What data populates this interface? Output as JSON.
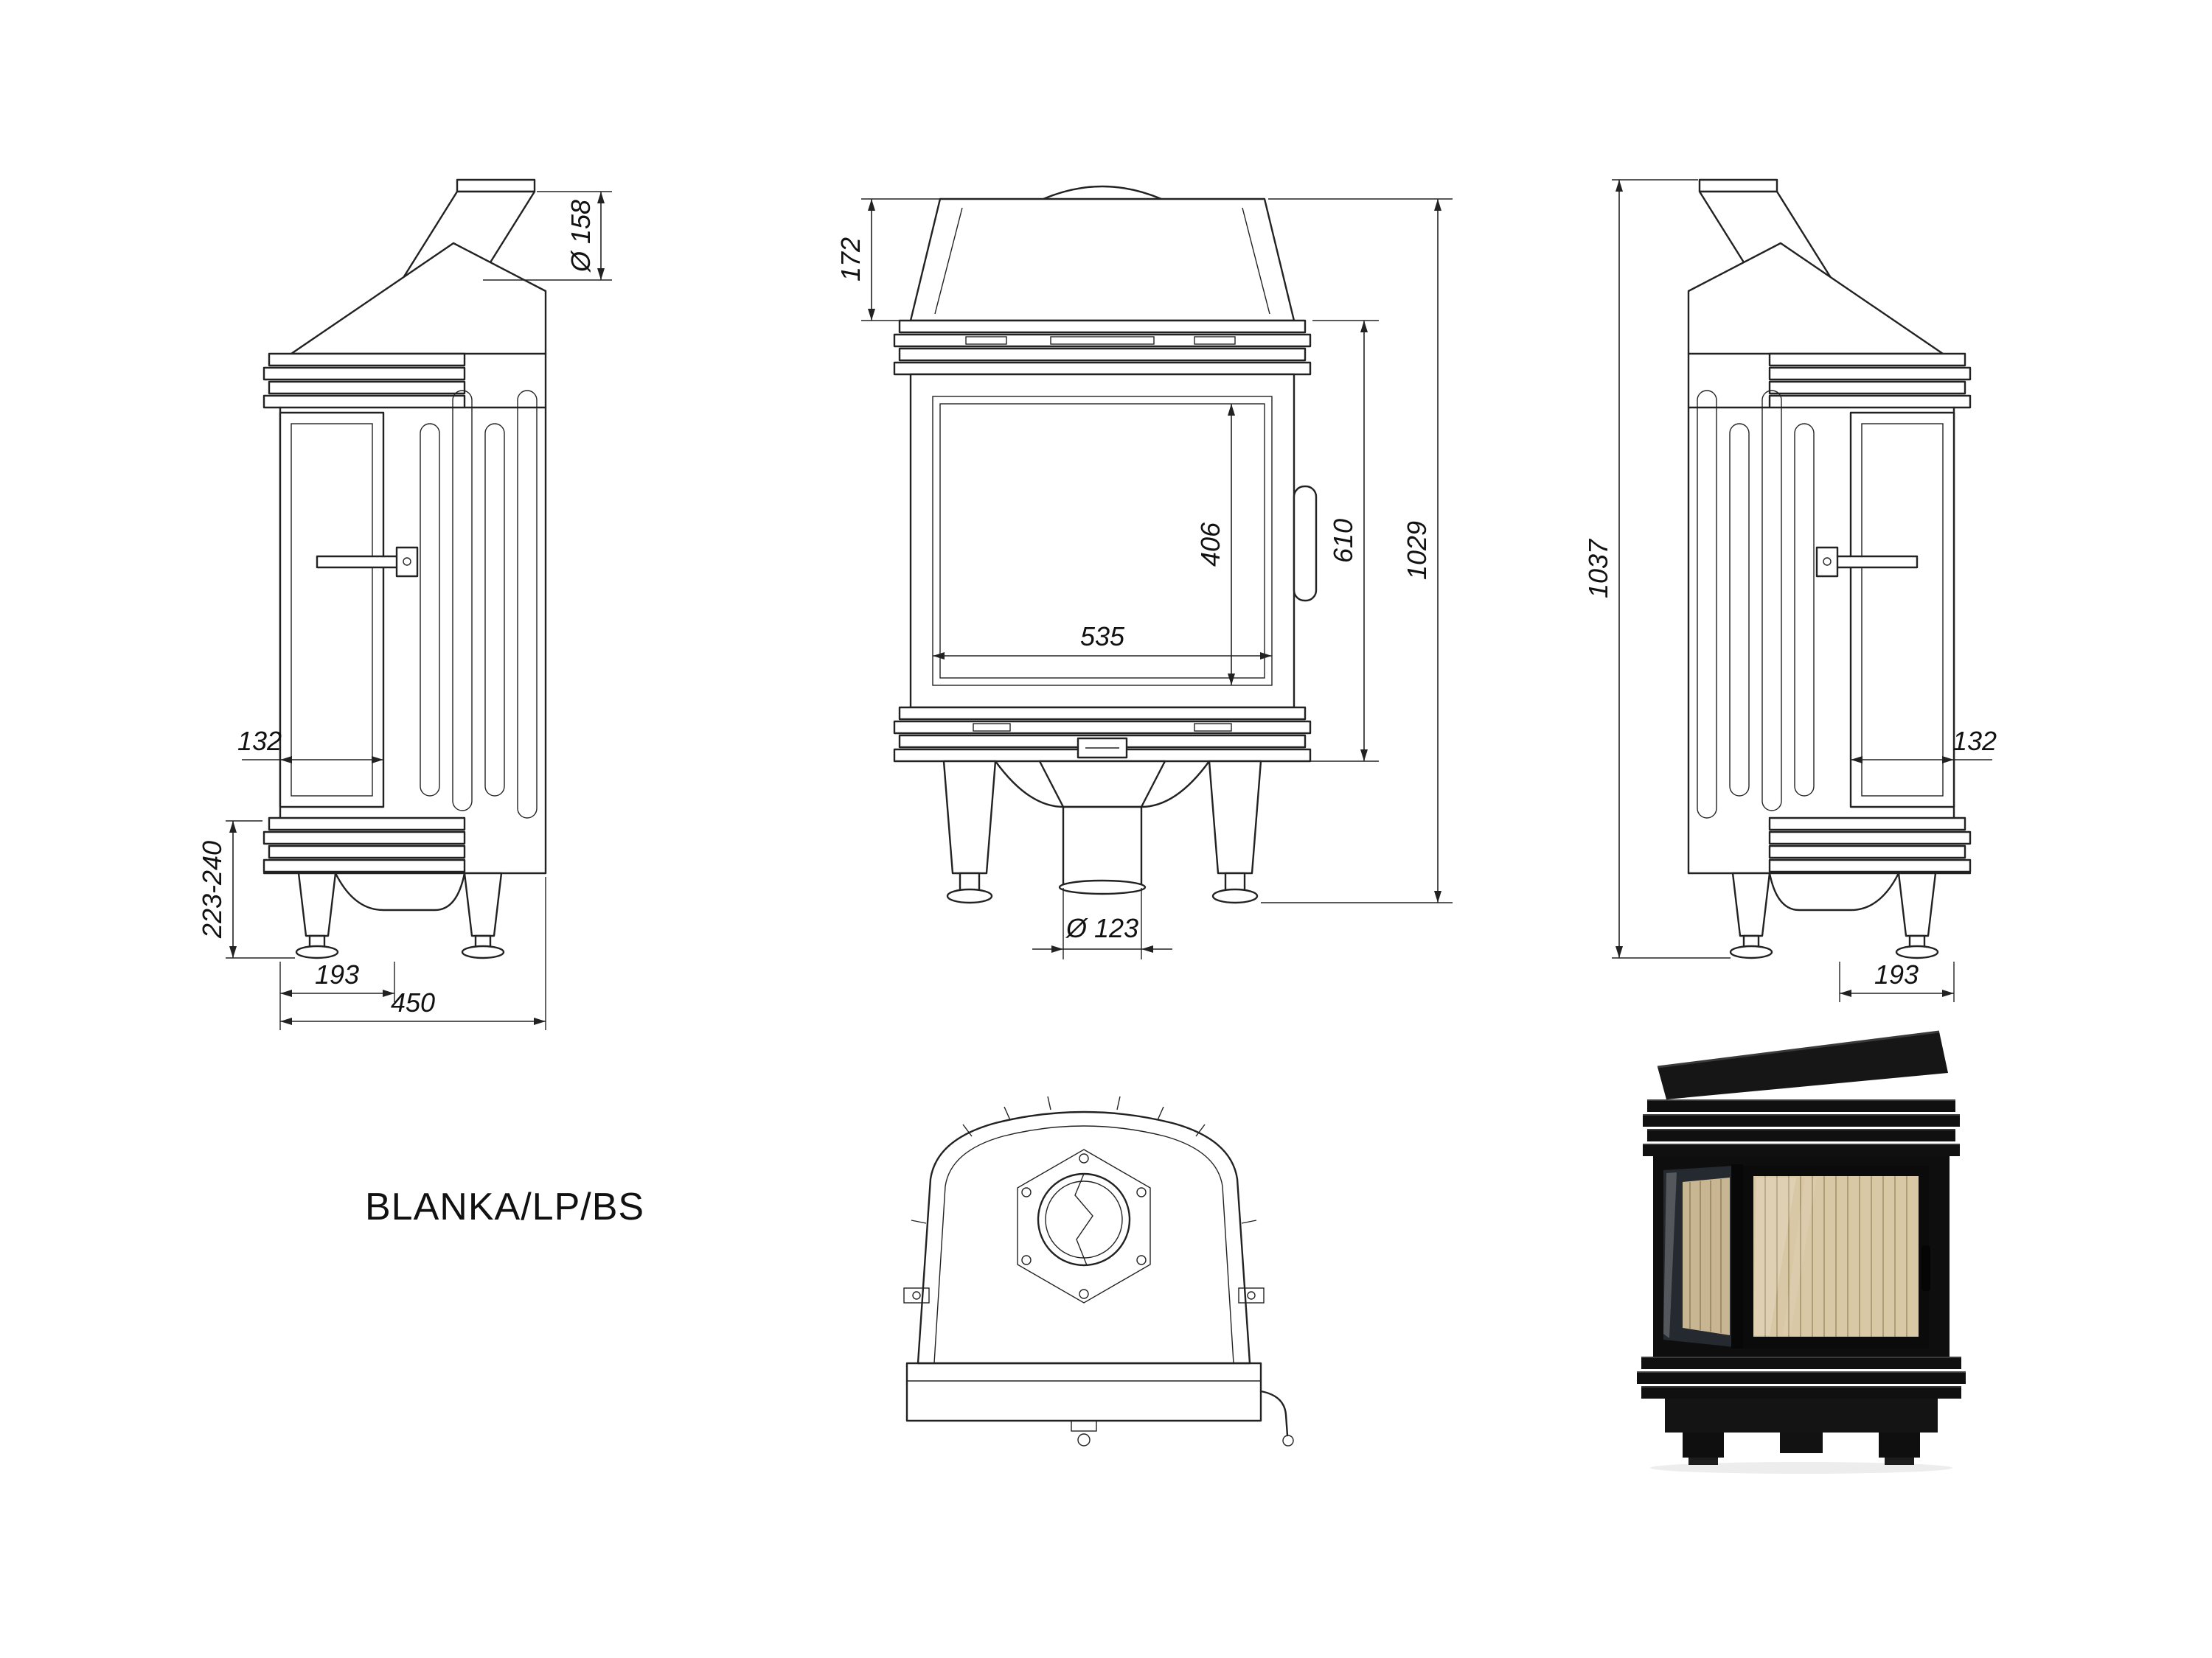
{
  "page": {
    "background": "#ffffff",
    "line_color": "#222222"
  },
  "title": "BLANKA/LP/BS",
  "views": {
    "side_left": {
      "dims": {
        "flue_diameter": "Ø 158",
        "side_glass_width": "132",
        "base_height_range": "223-240",
        "front_leg_offset": "193",
        "total_depth": "450"
      }
    },
    "front": {
      "dims": {
        "hood_height": "172",
        "glass_height": "406",
        "body_height": "610",
        "total_height": "1029",
        "glass_width": "535",
        "pedestal_diameter": "Ø 123"
      }
    },
    "side_right": {
      "dims": {
        "total_height": "1037",
        "side_glass_width": "132",
        "front_leg_offset": "193"
      }
    }
  }
}
